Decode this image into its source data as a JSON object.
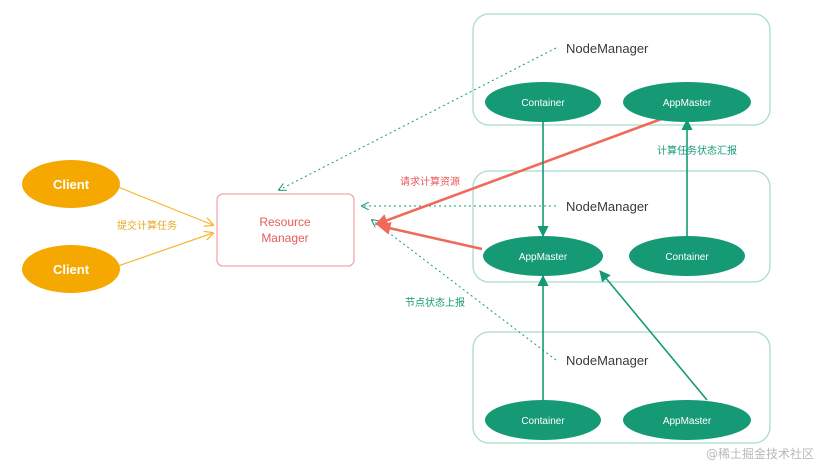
{
  "diagram": {
    "clients": [
      {
        "label": "Client"
      },
      {
        "label": "Client"
      }
    ],
    "resource_manager": {
      "line1": "Resource",
      "line2": "Manager"
    },
    "node_managers": [
      {
        "label": "NodeManager",
        "nodes": [
          "Container",
          "AppMaster"
        ]
      },
      {
        "label": "NodeManager",
        "nodes": [
          "AppMaster",
          "Container"
        ]
      },
      {
        "label": "NodeManager",
        "nodes": [
          "Container",
          "AppMaster"
        ]
      }
    ],
    "edge_labels": {
      "submit_task": "提交计算任务",
      "request_resources": "请求计算资源",
      "report_task_status": "计算任务状态汇报",
      "report_node_status": "节点状态上报"
    },
    "watermark": "@稀土掘金技术社区",
    "colors": {
      "client": "#F5A800",
      "resource_manager": "#F07070",
      "node": "#159A75",
      "node_border": "#A8DCCB",
      "node_text": "#3A3A3A",
      "request_arrow": "#F06A5A",
      "submit_arrow": "#F5B82E"
    }
  }
}
